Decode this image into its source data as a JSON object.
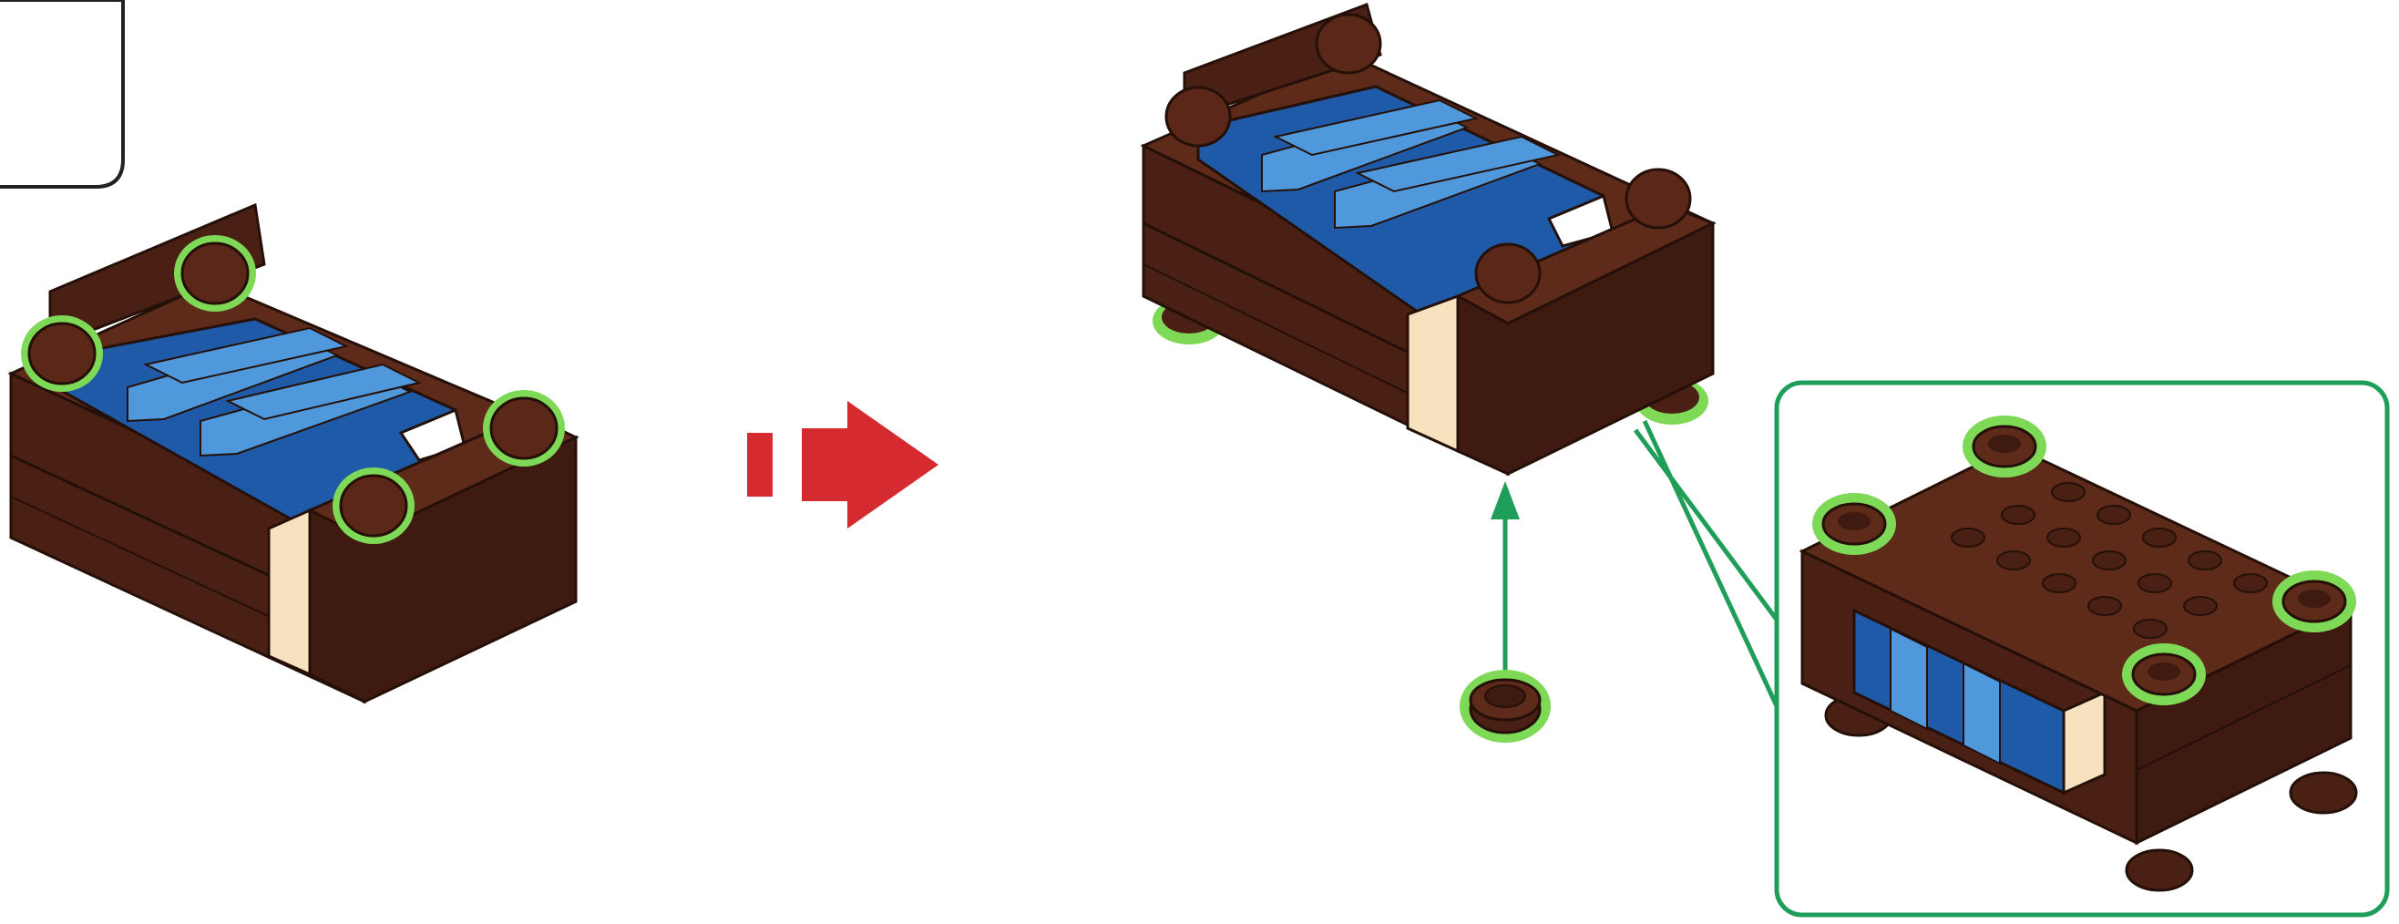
{
  "colors": {
    "background": "#ffffff",
    "brick_top": "#5e2a1a",
    "brick_left": "#4a2014",
    "brick_right": "#3f1a10",
    "brick_outline": "#241008",
    "blanket_dark": "#1f5aa8",
    "blanket_light": "#4f98dc",
    "sheet": "#f7e2c0",
    "pillow": "#ffffff",
    "highlight_green": "#7ed957",
    "connector_green": "#1e9e58",
    "step_arrow_red": "#d42a30",
    "step_box_outline": "#222222"
  },
  "icons": {
    "step_box": "rounded-corner-box-icon",
    "step_arrow": "red-dashed-arrow-icon",
    "attach_arrow": "green-up-arrow-icon",
    "inset_box": "green-callout-box-icon",
    "part": "round-brown-stud-icon"
  },
  "scene": {
    "before_model": "bed-with-knob-posts",
    "after_model": "bed-with-leg-studs-highlighted",
    "inset_model": "bed-underside-view",
    "loose_part": "round-brown-plate"
  }
}
